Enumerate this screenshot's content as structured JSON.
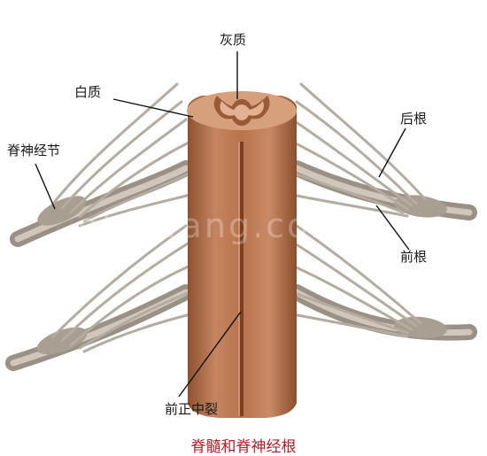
{
  "labels": {
    "gray_matter": "灰质",
    "white_matter": "白质",
    "spinal_ganglion": "脊神经节",
    "dorsal_root": "后根",
    "ventral_root": "前根",
    "anterior_median_fissure": "前正中裂"
  },
  "caption": "脊髓和脊神经根",
  "watermark": "ofeiwang.com",
  "colors": {
    "cord": "#c07e56",
    "cord_shadow": "#9a5a37",
    "gray_matter": "#d9a582",
    "nerve": "#aaa095",
    "nerve_highlight": "#cfc7bd",
    "caption": "#b0202a"
  }
}
